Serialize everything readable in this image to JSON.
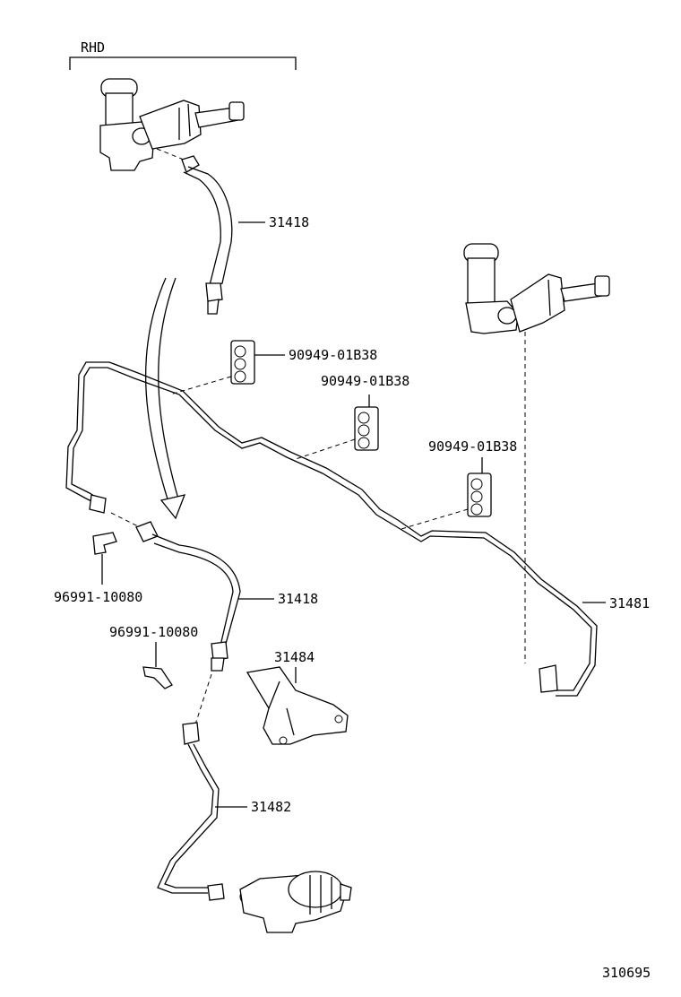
{
  "variant_label": "RHD",
  "callouts": {
    "hose_upper": "31418",
    "hose_lower": "31418",
    "tube_main": "31481",
    "bracket": "31484",
    "tube_lower": "31482",
    "clamp_1": "90949-01B38",
    "clamp_2": "90949-01B38",
    "clamp_3": "90949-01B38",
    "clip_1": "96991-10080",
    "clip_2": "96991-10080"
  },
  "figure_number": "310695"
}
